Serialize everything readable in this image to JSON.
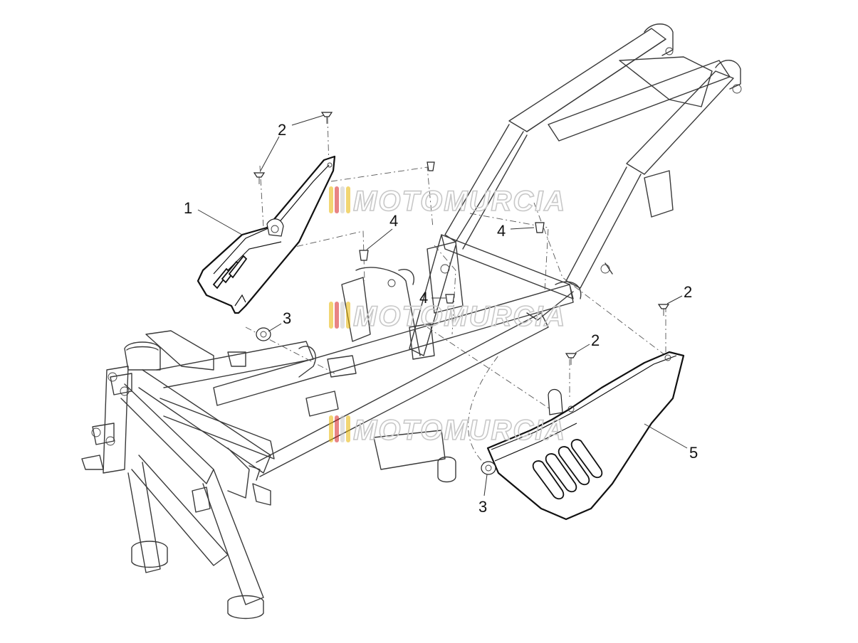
{
  "watermark": {
    "text": "MOTOMURCIA",
    "flag_colors": [
      "#e8b400",
      "#d61f1f",
      "#c9c9c9",
      "#e8b400",
      "#d61f1f"
    ]
  },
  "callouts": [
    {
      "id": "1",
      "label": "1"
    },
    {
      "id": "2a",
      "label": "2"
    },
    {
      "id": "2b",
      "label": "2"
    },
    {
      "id": "2c",
      "label": "2"
    },
    {
      "id": "3a",
      "label": "3"
    },
    {
      "id": "3b",
      "label": "3"
    },
    {
      "id": "4a",
      "label": "4"
    },
    {
      "id": "4b",
      "label": "4"
    },
    {
      "id": "4c",
      "label": "4"
    },
    {
      "id": "5",
      "label": "5"
    }
  ]
}
